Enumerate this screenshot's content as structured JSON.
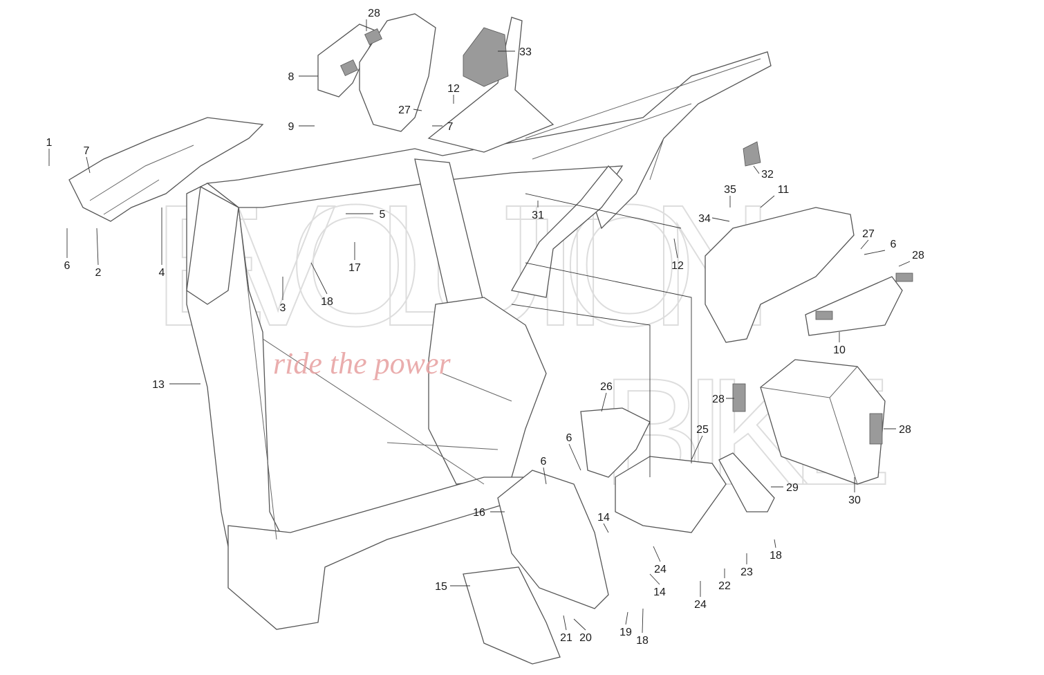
{
  "watermark": {
    "brand_top": "EVOLUTION",
    "brand_bottom": "BIKE",
    "tagline": "ride the power",
    "tagline_color": "#e8a5a5"
  },
  "labels": [
    "28",
    "33",
    "8",
    "12",
    "27",
    "9",
    "7",
    "1",
    "7",
    "6",
    "2",
    "4",
    "5",
    "3",
    "18",
    "17",
    "31",
    "32",
    "35",
    "11",
    "34",
    "12",
    "27",
    "6",
    "28",
    "10",
    "13",
    "26",
    "28",
    "28",
    "25",
    "6",
    "6",
    "29",
    "30",
    "16",
    "14",
    "18",
    "24",
    "22",
    "23",
    "14",
    "24",
    "15",
    "19",
    "18",
    "21",
    "20"
  ]
}
